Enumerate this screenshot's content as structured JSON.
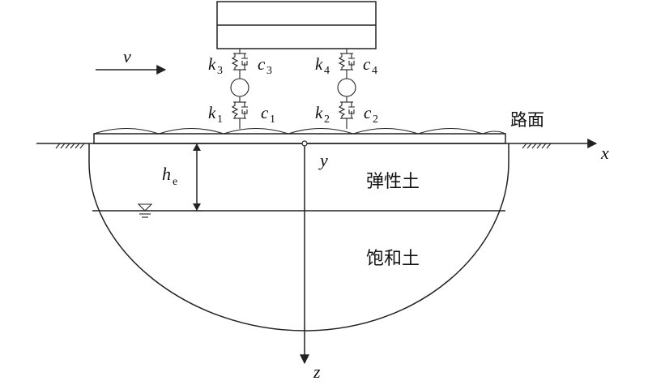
{
  "labels": {
    "velocity": "v",
    "k1": "k",
    "k1_sub": "1",
    "k2": "k",
    "k2_sub": "2",
    "k3": "k",
    "k3_sub": "3",
    "k4": "k",
    "k4_sub": "4",
    "c1": "c",
    "c1_sub": "1",
    "c2": "c",
    "c2_sub": "2",
    "c3": "c",
    "c3_sub": "3",
    "c4": "c",
    "c4_sub": "4",
    "road_surface": "路面",
    "x_axis": "x",
    "y_axis": "y",
    "z_axis": "z",
    "depth": "h",
    "depth_sub": "e",
    "elastic_soil": "弹性土",
    "saturated_soil": "饱和土"
  }
}
